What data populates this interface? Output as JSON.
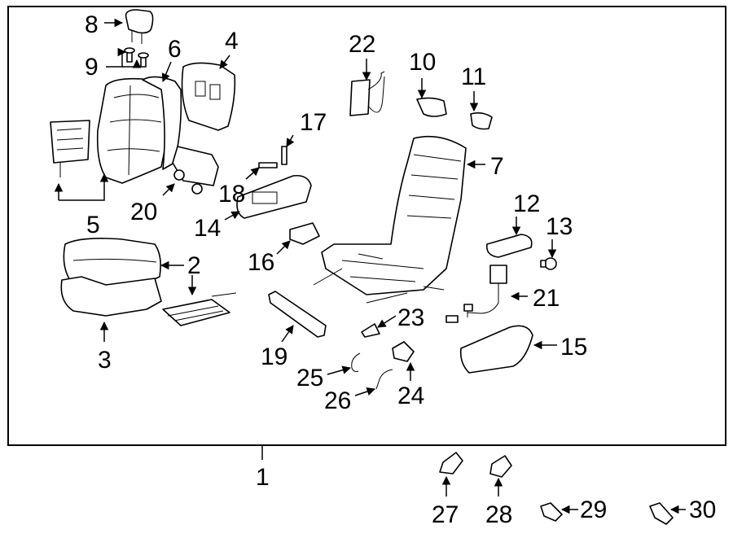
{
  "diagram": {
    "assembly_label": "1",
    "callouts": [
      "1",
      "2",
      "3",
      "4",
      "5",
      "6",
      "7",
      "8",
      "9",
      "10",
      "11",
      "12",
      "13",
      "14",
      "15",
      "16",
      "17",
      "18",
      "19",
      "20",
      "21",
      "22",
      "23",
      "24",
      "25",
      "26",
      "27",
      "28",
      "29",
      "30"
    ]
  }
}
